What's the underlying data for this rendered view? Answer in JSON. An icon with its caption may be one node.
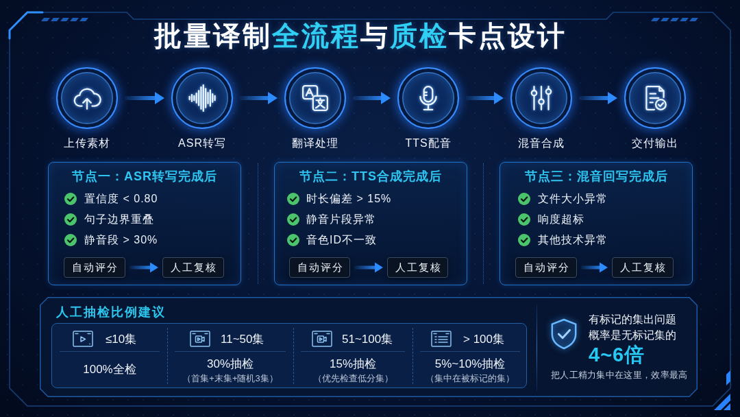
{
  "diagram": {
    "title": "批量译制**全流程**与**质检**卡点设计",
    "nodes": [
      {
        "text": [
          "上传素材"
        ]
      },
      {
        "text": [
          "ASR转写"
        ]
      },
      {
        "text": [
          "翻译处理"
        ]
      },
      {
        "text": [
          "TTS配音"
        ]
      },
      {
        "text": [
          "混音合成"
        ]
      },
      {
        "text": [
          "交付输出"
        ]
      },
      {
        "text": [
          "节点一：ASR转写完成后",
          "置信度 < 0.80",
          "句子边界重叠",
          "静音段 > 30%"
        ]
      },
      {
        "text": [
          "自动评分"
        ],
        "in": 6
      },
      {
        "text": [
          "人工复核"
        ],
        "in": 6
      },
      {
        "text": [
          "节点二：TTS合成完成后",
          "时长偏差 > 15%",
          "静音片段异常",
          "音色ID不一致"
        ]
      },
      {
        "text": [
          "自动评分"
        ],
        "in": 9
      },
      {
        "text": [
          "人工复核"
        ],
        "in": 9
      },
      {
        "text": [
          "节点三：混音回写完成后",
          "文件大小异常",
          "响度超标",
          "其他技术异常"
        ]
      },
      {
        "text": [
          "自动评分"
        ],
        "in": 12
      },
      {
        "text": [
          "人工复核"
        ],
        "in": 12
      },
      {
        "text": [
          "人工抽检比例建议",
          "有标记的集出问题概率是无标记集的",
          "4~6倍",
          "把人工精力集中在这里，效率最高"
        ]
      },
      {
        "text": [
          "≤10集",
          "11~50集",
          "51~100集",
          "> 100集",
          "100%全检",
          "30%抽检",
          "15%抽检",
          "5%~10%抽检",
          "（首集+末集+随机3集）",
          "（优先检查低分集）",
          "（集中在被标记的集）"
        ],
        "in": 15
      }
    ],
    "edges": [
      {
        "from": 0,
        "to": 1,
        "arrow": "to"
      },
      {
        "from": 1,
        "to": 2,
        "arrow": "to"
      },
      {
        "from": 2,
        "to": 3,
        "arrow": "to"
      },
      {
        "from": 3,
        "to": 4,
        "arrow": "to"
      },
      {
        "from": 4,
        "to": 5,
        "arrow": "to"
      },
      {
        "from": 7,
        "to": 8,
        "arrow": "to"
      },
      {
        "from": 10,
        "to": 11,
        "arrow": "to"
      },
      {
        "from": 13,
        "to": 14,
        "arrow": "to"
      }
    ]
  }
}
